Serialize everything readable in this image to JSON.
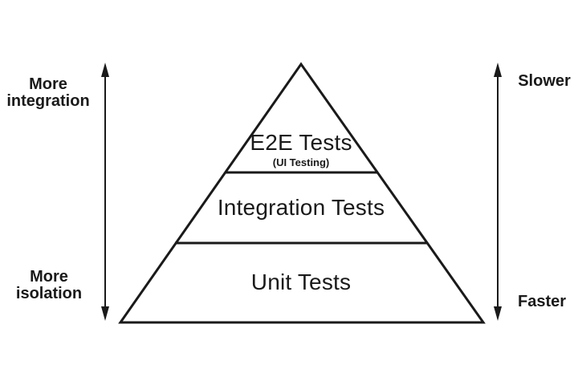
{
  "colors": {
    "ink": "#1a1a1a",
    "background": "#ffffff"
  },
  "pyramid": {
    "levels": [
      {
        "label": "E2E Tests",
        "sublabel": "(UI Testing)"
      },
      {
        "label": "Integration Tests",
        "sublabel": ""
      },
      {
        "label": "Unit Tests",
        "sublabel": ""
      }
    ]
  },
  "left_axis": {
    "top_label": "More\nintegration",
    "bottom_label": "More\nisolation"
  },
  "right_axis": {
    "top_label": "Slower",
    "bottom_label": "Faster"
  }
}
